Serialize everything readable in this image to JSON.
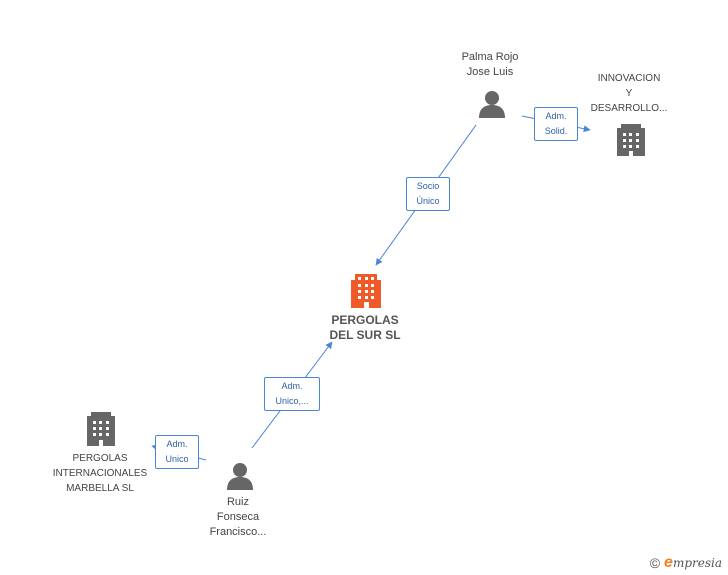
{
  "nodes": {
    "center": {
      "line1": "PERGOLAS",
      "line2": "DEL SUR SL",
      "icon": "building-icon",
      "color": "#f05a28"
    },
    "palma": {
      "line1": "Palma Rojo",
      "line2": "Jose Luis",
      "icon": "person-icon"
    },
    "innovacion": {
      "line1": "INNOVACION",
      "line2": "Y",
      "line3": "DESARROLLO...",
      "icon": "building-icon"
    },
    "internacionales": {
      "line1": "PERGOLAS",
      "line2": "INTERNACIONALES",
      "line3": "MARBELLA SL",
      "icon": "building-icon"
    },
    "ruiz": {
      "line1": "Ruiz",
      "line2": "Fonseca",
      "line3": "Francisco...",
      "icon": "person-icon"
    }
  },
  "edges": {
    "socio": {
      "line1": "Socio",
      "line2": "Único"
    },
    "adm_solid": {
      "line1": "Adm.",
      "line2": "Solid."
    },
    "adm_unico_center": {
      "line1": "Adm.",
      "line2": "Unico,..."
    },
    "adm_unico_left": {
      "line1": "Adm.",
      "line2": "Unico"
    }
  },
  "colors": {
    "edge": "#4a86d4",
    "icon_gray": "#666666",
    "accent": "#f05a28"
  },
  "footer": {
    "copyright": "©",
    "brand_initial": "e",
    "brand_rest": "mpresia"
  }
}
